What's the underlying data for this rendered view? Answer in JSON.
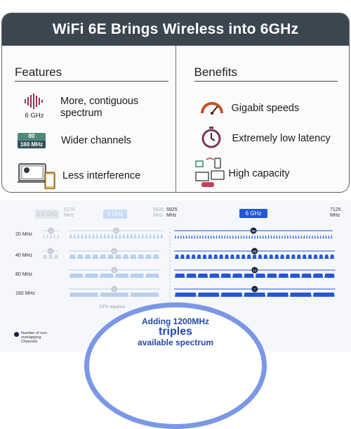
{
  "header": {
    "title": "WiFi 6E Brings Wireless into 6GHz"
  },
  "features": {
    "heading": "Features",
    "items": [
      {
        "label": "More, contiguous spectrum",
        "icon": "spectrum-bars-icon",
        "sub": "6 GHz"
      },
      {
        "label": "Wider channels",
        "icon": "channel-width-badge",
        "badge_top": "80",
        "badge_bottom": "160 MHz"
      },
      {
        "label": "Less interference",
        "icon": "laptop-phone-icon"
      }
    ]
  },
  "benefits": {
    "heading": "Benefits",
    "items": [
      {
        "label": "Gigabit speeds",
        "icon": "speedometer-icon"
      },
      {
        "label": "Extremely low latency",
        "icon": "stopwatch-icon"
      },
      {
        "label": "High capacity",
        "icon": "devices-icon"
      }
    ]
  },
  "diagram": {
    "bands": [
      {
        "label": "2.4 GHz",
        "freq_end": "5170 MHz"
      },
      {
        "label": "5 GHz",
        "freq_start": "5170",
        "freq_end": "5835 MHz"
      },
      {
        "label": "6 GHz",
        "freq_start": "5925 MHz",
        "freq_end": "7125 MHz"
      }
    ],
    "band_24": "2.4 GHz",
    "freq_5170": "5170",
    "freq_5170_unit": "MHz",
    "band_5": "5 GHz",
    "freq_5835": "5835",
    "freq_5835_unit": "MHz",
    "freq_5925": "5925",
    "freq_5925_unit": "MHz",
    "band_6": "6 GHz",
    "freq_7125": "7125",
    "freq_7125_unit": "MHz",
    "rows": [
      "20 MHz",
      "40 MHz",
      "80 MHz",
      "160 MHz"
    ],
    "counts_24": [
      "3",
      "1",
      "",
      ""
    ],
    "counts_5": [
      "25",
      "12",
      "6",
      "2"
    ],
    "counts_6": [
      "59",
      "29",
      "14",
      "7"
    ],
    "dfs_note": "DFS required",
    "legend": "Number of non-overlapping Channels",
    "callout_l1": "Adding 1200MHz",
    "callout_l2": "triples",
    "callout_l3": "available spectrum"
  },
  "colors": {
    "banner": "#3c4651",
    "accent_6ghz": "#2456d6",
    "faded_5ghz": "#a9c4ea",
    "gauge": "#c4512a",
    "clock": "#7a3556"
  }
}
